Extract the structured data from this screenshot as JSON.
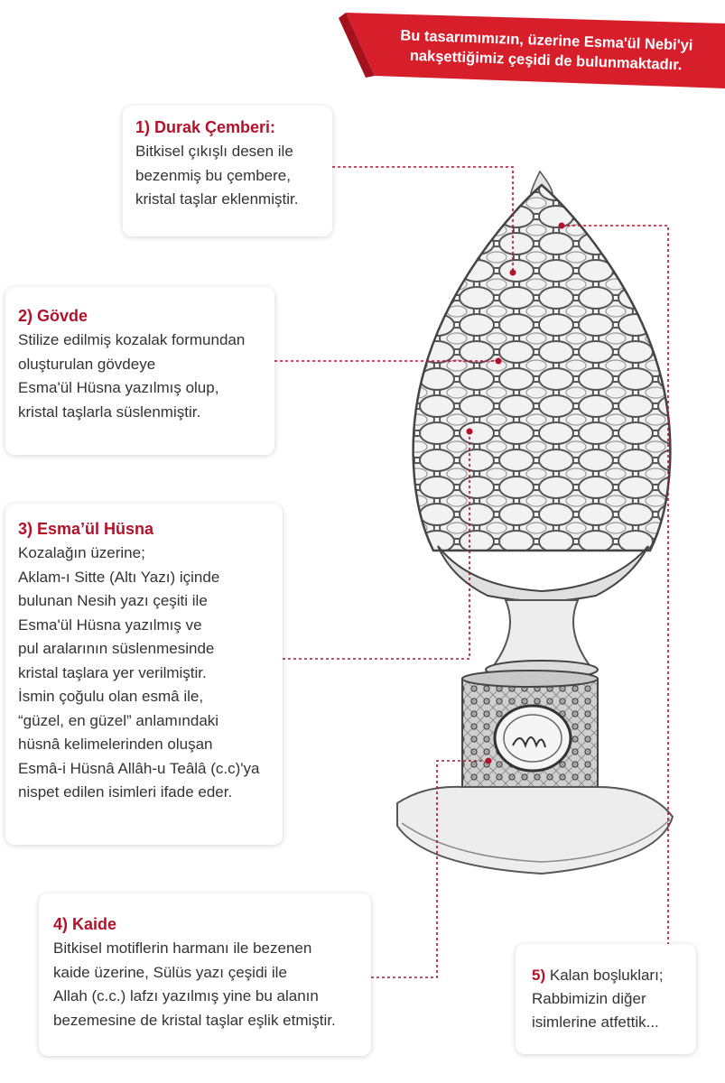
{
  "banner": {
    "line1": "Bu tasarımımızın, üzerine Esma'ül Nebi'yi",
    "line2": "nakşettiğimiz çeşidi de bulunmaktadır.",
    "color": "#d71f2c"
  },
  "cards": {
    "c1": {
      "title": "1) Durak Çemberi:",
      "lines": [
        "Bitkisel çıkışlı desen ile",
        "bezenmiş bu çembere,",
        "kristal taşlar eklenmiştir."
      ]
    },
    "c2": {
      "title": "2) Gövde",
      "lines": [
        "Stilize edilmiş kozalak formundan",
        "oluşturulan gövdeye",
        "Esma'ül Hüsna yazılmış olup,",
        "kristal taşlarla süslenmiştir."
      ]
    },
    "c3": {
      "title": "3) Esma’ül Hüsna",
      "lines": [
        "Kozalağın üzerine;",
        "Aklam-ı Sitte (Altı Yazı) içinde",
        "bulunan Nesih yazı çeşiti ile",
        "Esma'ül Hüsna yazılmış ve",
        "pul aralarının süslenmesinde",
        "kristal taşlara yer verilmiştir.",
        "İsmin çoğulu olan esmâ ile,",
        "“güzel, en güzel” anlamındaki",
        "hüsnâ kelimelerinden oluşan",
        "Esmâ-i Hüsnâ Allâh-u Teâlâ (c.c)'ya",
        "nispet edilen isimleri ifade eder."
      ]
    },
    "c4": {
      "title": "4) Kaide",
      "lines": [
        "Bitkisel motiflerin harmanı ile bezenen",
        "kaide üzerine, Sülüs yazı çeşidi ile",
        "Allah (c.c.) lafzı yazılmış yine bu alanın",
        "bezemesine de kristal taşlar eşlik etmiştir."
      ]
    },
    "c5": {
      "num": "5)",
      "line1": "Kalan boşlukları;",
      "line2": "Rabbimizin diğer",
      "line3": "isimlerine atfettik..."
    }
  },
  "colors": {
    "accent": "#b3122a",
    "leader": "#b3122a"
  }
}
